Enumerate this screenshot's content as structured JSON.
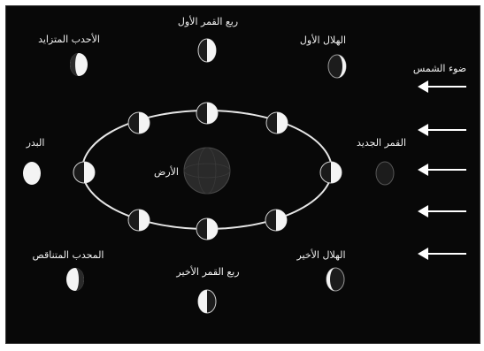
{
  "labels": {
    "sunlight": "ضوء الشمس",
    "new_moon": "القمر الجديد",
    "waxing_crescent": "الهلال الأول",
    "first_quarter": "ربع القمر الأول",
    "waxing_gibbous": "الأحدب المتزايد",
    "full_moon": "البدر",
    "waning_gibbous": "المحدب المتناقص",
    "last_quarter": "ربع القمر الأخير",
    "waning_crescent": "الهلال الأخير",
    "earth": "الأرض"
  },
  "colors": {
    "background": "#080808",
    "page": "#ffffff",
    "orbit": "#e6e6e6",
    "arrow": "#ffffff",
    "moon_lit": "#f4f4f4",
    "moon_dark": "#1a1a1a",
    "earth": "#2a2a2a"
  },
  "orbit_moons": [
    "lit-right",
    "lit-right",
    "lit-right",
    "lit-right",
    "lit-right",
    "lit-right",
    "lit-right",
    "lit-right"
  ],
  "outer_phases": [
    {
      "name": "new-moon",
      "phase": "new"
    },
    {
      "name": "waxing-crescent",
      "phase": "crescent"
    },
    {
      "name": "first-quarter",
      "phase": "quarter"
    },
    {
      "name": "waxing-gibbous",
      "phase": "gibbous"
    },
    {
      "name": "full-moon",
      "phase": "full"
    },
    {
      "name": "waning-gibbous",
      "phase": "gibbous"
    },
    {
      "name": "last-quarter",
      "phase": "quarter"
    },
    {
      "name": "waning-crescent",
      "phase": "crescent"
    }
  ],
  "sun_arrows": 5
}
